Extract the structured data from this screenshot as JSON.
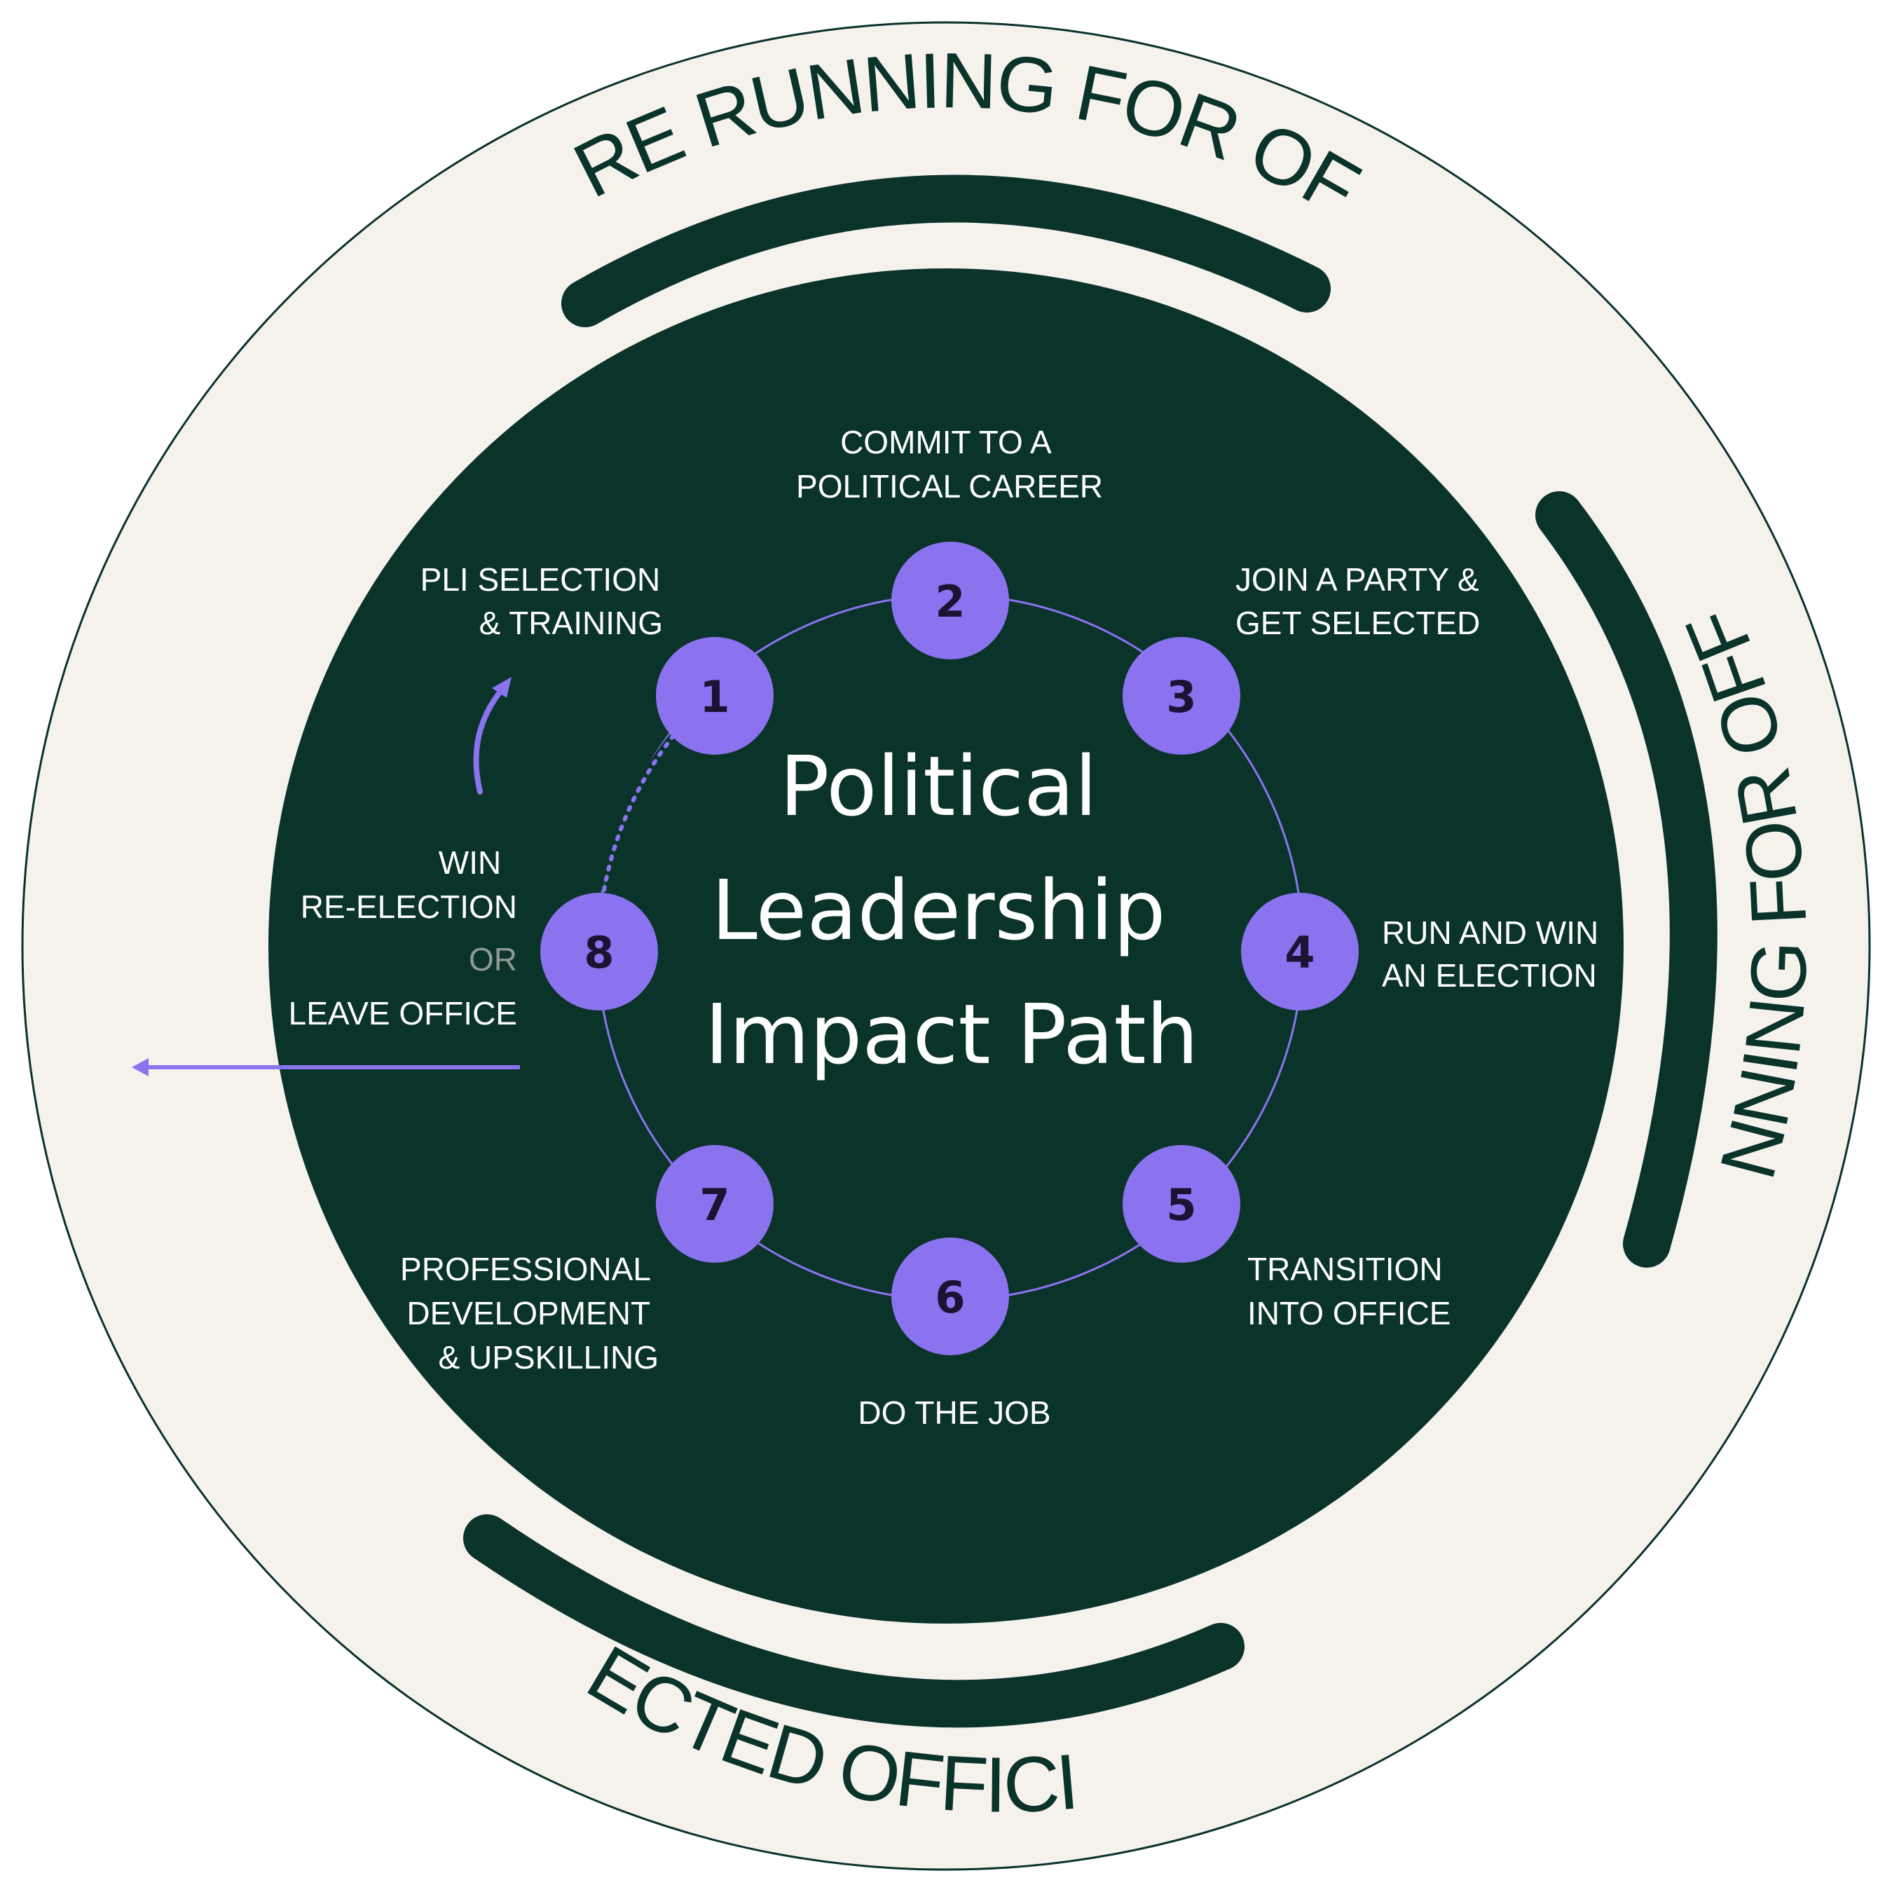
{
  "title": [
    "Political",
    "Leadership",
    "Impact Path"
  ],
  "phases": {
    "before": "BEFORE RUNNING FOR OFFICE",
    "running": "RUNNING FOR OFFICE",
    "elected": "ELECTED OFFICIAL"
  },
  "steps": [
    {
      "number": "1",
      "lines": [
        "PLI SELECTION",
        "& TRAINING"
      ]
    },
    {
      "number": "2",
      "lines": [
        "COMMIT TO A",
        "POLITICAL CAREER"
      ]
    },
    {
      "number": "3",
      "lines": [
        "JOIN A PARTY &",
        "GET SELECTED"
      ]
    },
    {
      "number": "4",
      "lines": [
        "RUN AND WIN",
        "AN ELECTION"
      ]
    },
    {
      "number": "5",
      "lines": [
        "TRANSITION",
        "INTO OFFICE"
      ]
    },
    {
      "number": "6",
      "lines": [
        "DO THE JOB"
      ]
    },
    {
      "number": "7",
      "lines": [
        "PROFESSIONAL",
        "DEVELOPMENT",
        "& UPSKILLING"
      ]
    },
    {
      "number": "8",
      "lines": [
        "WIN",
        "RE-ELECTION"
      ]
    }
  ],
  "step8_or": "OR",
  "step8_alt": "LEAVE OFFICE",
  "colors": {
    "dark_green": "#0a3329",
    "cream": "#f5f2ec",
    "purple": "#8b73f0",
    "or_gray": "#8f9a96"
  }
}
